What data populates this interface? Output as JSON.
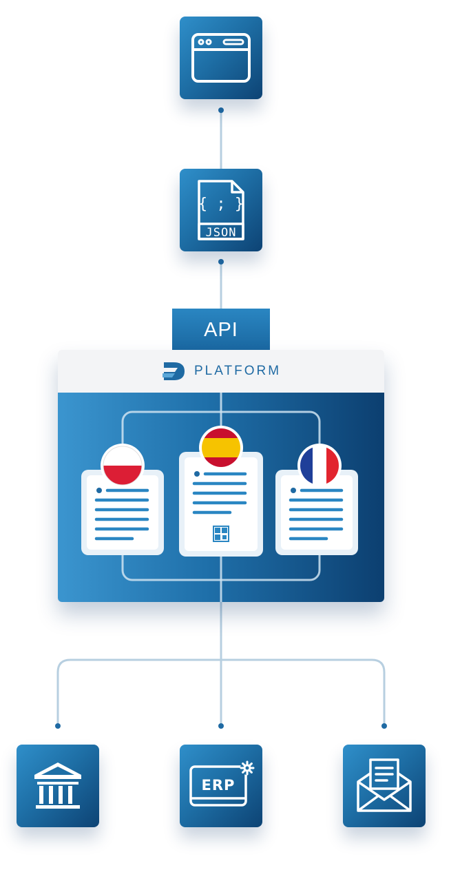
{
  "api": {
    "label": "API"
  },
  "platform": {
    "label": "PLATFORM"
  },
  "json_file": {
    "label": "JSON",
    "glyph": "{ ; }"
  },
  "erp": {
    "label": "ERP"
  },
  "flags": [
    "poland-flag",
    "spain-flag",
    "france-flag"
  ],
  "colors": {
    "tile_light": "#2f8fca",
    "tile_dark": "#0d4374",
    "connector": "#b7cfe0",
    "dot": "#1f6aa3",
    "line_blue": "#2a86c2"
  }
}
